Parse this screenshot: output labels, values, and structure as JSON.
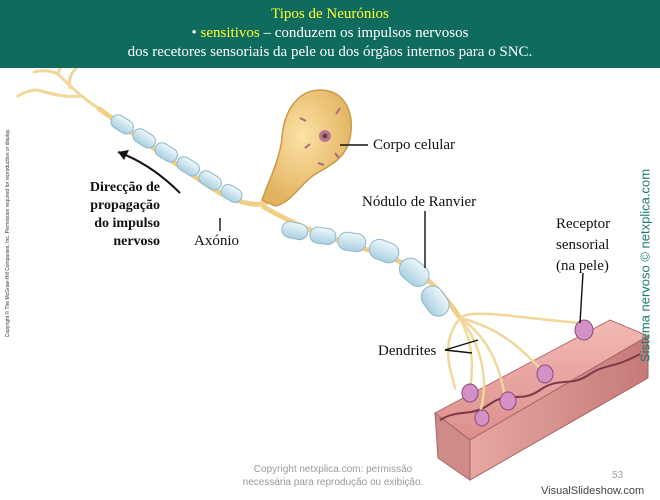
{
  "header": {
    "title": "Tipos de Neurónios",
    "bullet": "• ",
    "highlight": "sensitivos",
    "line1_rest": " – conduzem os impulsos nervosos",
    "line2": "dos recetores sensoriais da pele ou dos órgãos internos para o SNC."
  },
  "labels": {
    "corpo_celular": "Corpo celular",
    "nodulo_ranvier": "Nódulo de Ranvier",
    "receptor_1": "Receptor",
    "receptor_2": "sensorial",
    "receptor_3": "(na pele)",
    "dendrites": "Dendrites",
    "axonio": "Axónio",
    "direccao_1": "Direcção de",
    "direccao_2": "propagação",
    "direccao_3": "do impulso",
    "direccao_4": "nervoso"
  },
  "side": {
    "copyright_vertical": "Copyright © The McGraw-Hill Companies, Inc. Permission required for reproduction or display.",
    "brand_vertical": "Sistema nervoso  © netxplica.com"
  },
  "footer": {
    "line1": "Copyright netxplica.com: permissão",
    "line2": "necessária para reprodução ou exibição.",
    "page_number": "53",
    "watermark": "VisualSlideshow.com"
  },
  "colors": {
    "banner_bg": "#0f6b5e",
    "title_yellow": "#ffff33",
    "myelin": "#cde6f0",
    "cell_body": "#f2cf86",
    "skin": "#e8a3a3"
  }
}
